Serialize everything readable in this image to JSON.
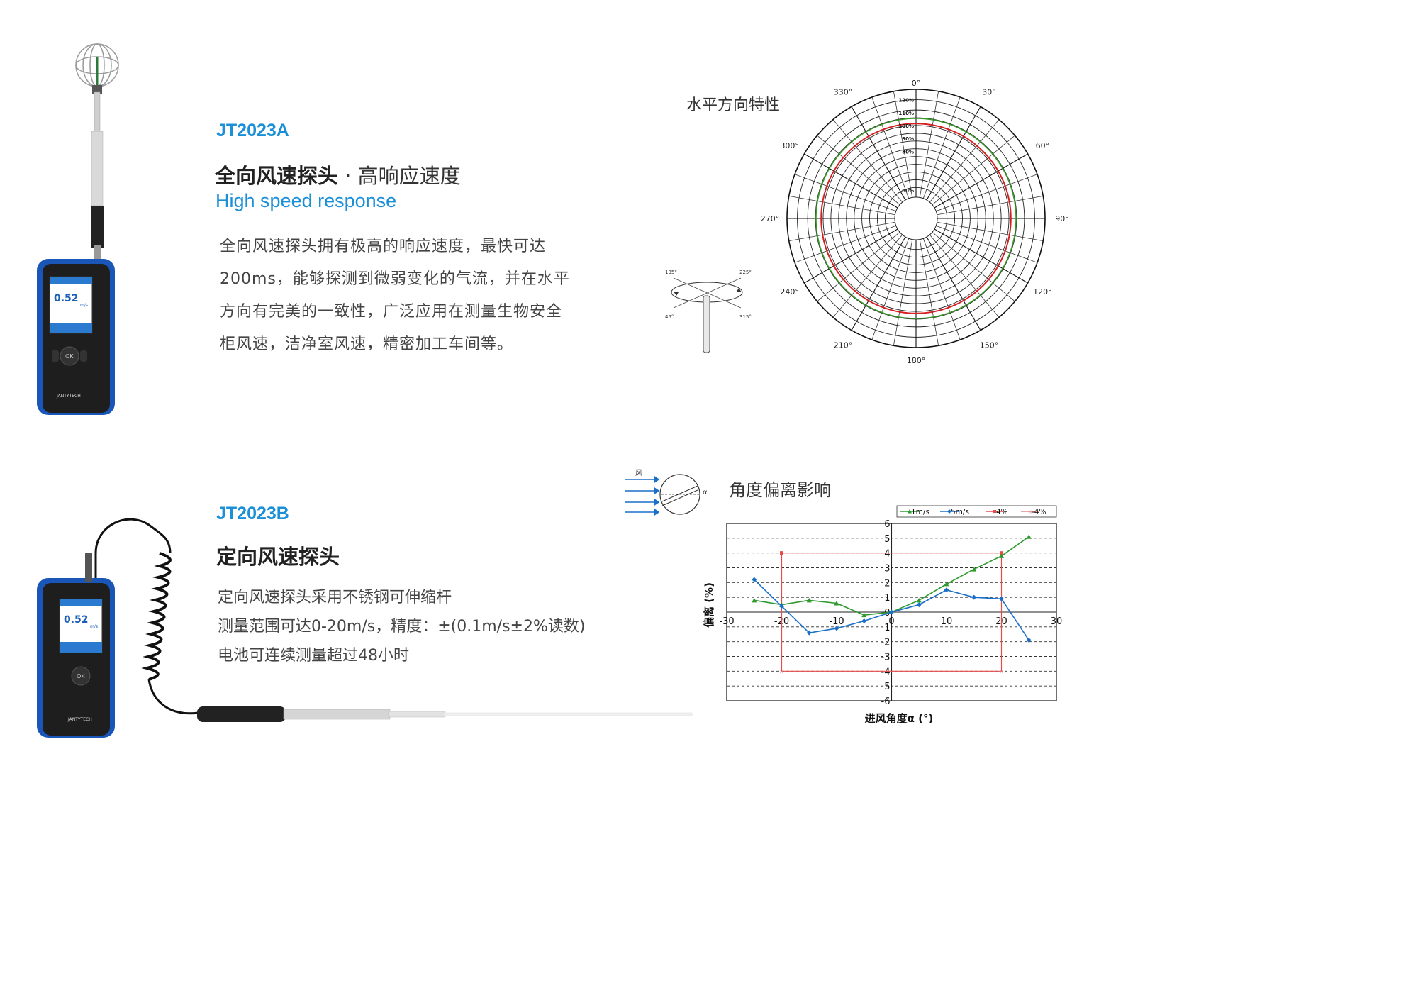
{
  "section_a": {
    "model": "JT2023A",
    "title_bold": "全向风速探头",
    "title_light": " · 高响应速度",
    "subtitle_en": "High speed response",
    "description_lines": [
      "全向风速探头拥有极高的响应速度，最快可达",
      "200ms，能够探测到微弱变化的气流，并在水平",
      "方向有完美的一致性，广泛应用在测量生物安全",
      "柜风速，洁净室风速，精密加工车间等。"
    ],
    "device": {
      "reading": "0.52",
      "unit": "m/s",
      "ok_label": "OK",
      "brand": "JANTYTECH"
    }
  },
  "section_b": {
    "model": "JT2023B",
    "title_bold": "定向风速探头",
    "description_lines": [
      "定向风速探头采用不锈钢可伸缩杆",
      "测量范围可达0-20m/s，精度：±(0.1m/s±2%读数)",
      "电池可连续测量超过48小时"
    ],
    "device": {
      "reading": "0.52",
      "unit": "m/s",
      "ok_label": "OK",
      "brand": "JANTYTECH"
    }
  },
  "polar_chart": {
    "heading": "水平方向特性",
    "angle_labels": [
      "0°",
      "30°",
      "60°",
      "90°",
      "120°",
      "150°",
      "180°",
      "210°",
      "240°",
      "270°",
      "300°",
      "330°"
    ],
    "radial_labels": [
      "120%",
      "110%",
      "100%",
      "90%",
      "80%",
      "60%"
    ],
    "probe_diagram_labels": [
      "135°",
      "225°",
      "45°",
      "315°"
    ],
    "colors": {
      "series_red": "#d42020",
      "series_green": "#3a9a2a"
    }
  },
  "angle_diagram": {
    "wind_label": "风",
    "alpha_label": "α"
  },
  "chart_data": {
    "type": "line",
    "title": "角度偏离影响",
    "xlabel": "进风角度α (°)",
    "ylabel": "偏离 (%)",
    "xlim": [
      -30,
      30
    ],
    "ylim": [
      -6,
      6
    ],
    "x_ticks": [
      "-30",
      "-20",
      "-10",
      "0",
      "10",
      "20",
      "30"
    ],
    "y_ticks": [
      "6",
      "5",
      "4",
      "3",
      "2",
      "1",
      "0",
      "-1",
      "-2",
      "-3",
      "-4",
      "-5",
      "-6"
    ],
    "grid": true,
    "legend_position": "top",
    "series": [
      {
        "name": "1m/s",
        "color": "#2e9a2e",
        "marker": "triangle",
        "x": [
          -25,
          -20,
          -15,
          -10,
          -5,
          0,
          5,
          10,
          15,
          20,
          25
        ],
        "y": [
          0.8,
          0.5,
          0.8,
          0.6,
          -0.2,
          0.0,
          0.8,
          1.9,
          2.9,
          3.8,
          5.1
        ]
      },
      {
        "name": "5m/s",
        "color": "#1a6fc8",
        "marker": "diamond",
        "x": [
          -25,
          -20,
          -15,
          -10,
          -5,
          0,
          5,
          10,
          15,
          20,
          25
        ],
        "y": [
          2.2,
          0.4,
          -1.4,
          -1.1,
          -0.6,
          0.0,
          0.5,
          1.5,
          1.0,
          0.9,
          -1.9
        ]
      },
      {
        "name": "4%",
        "color": "#e84a4a",
        "marker": "square",
        "x": [
          -20,
          20
        ],
        "y": [
          4,
          4
        ]
      },
      {
        "name": "-4%",
        "color": "#e88a8a",
        "marker": "cross",
        "x": [
          -20,
          20
        ],
        "y": [
          -4,
          -4
        ]
      }
    ]
  }
}
